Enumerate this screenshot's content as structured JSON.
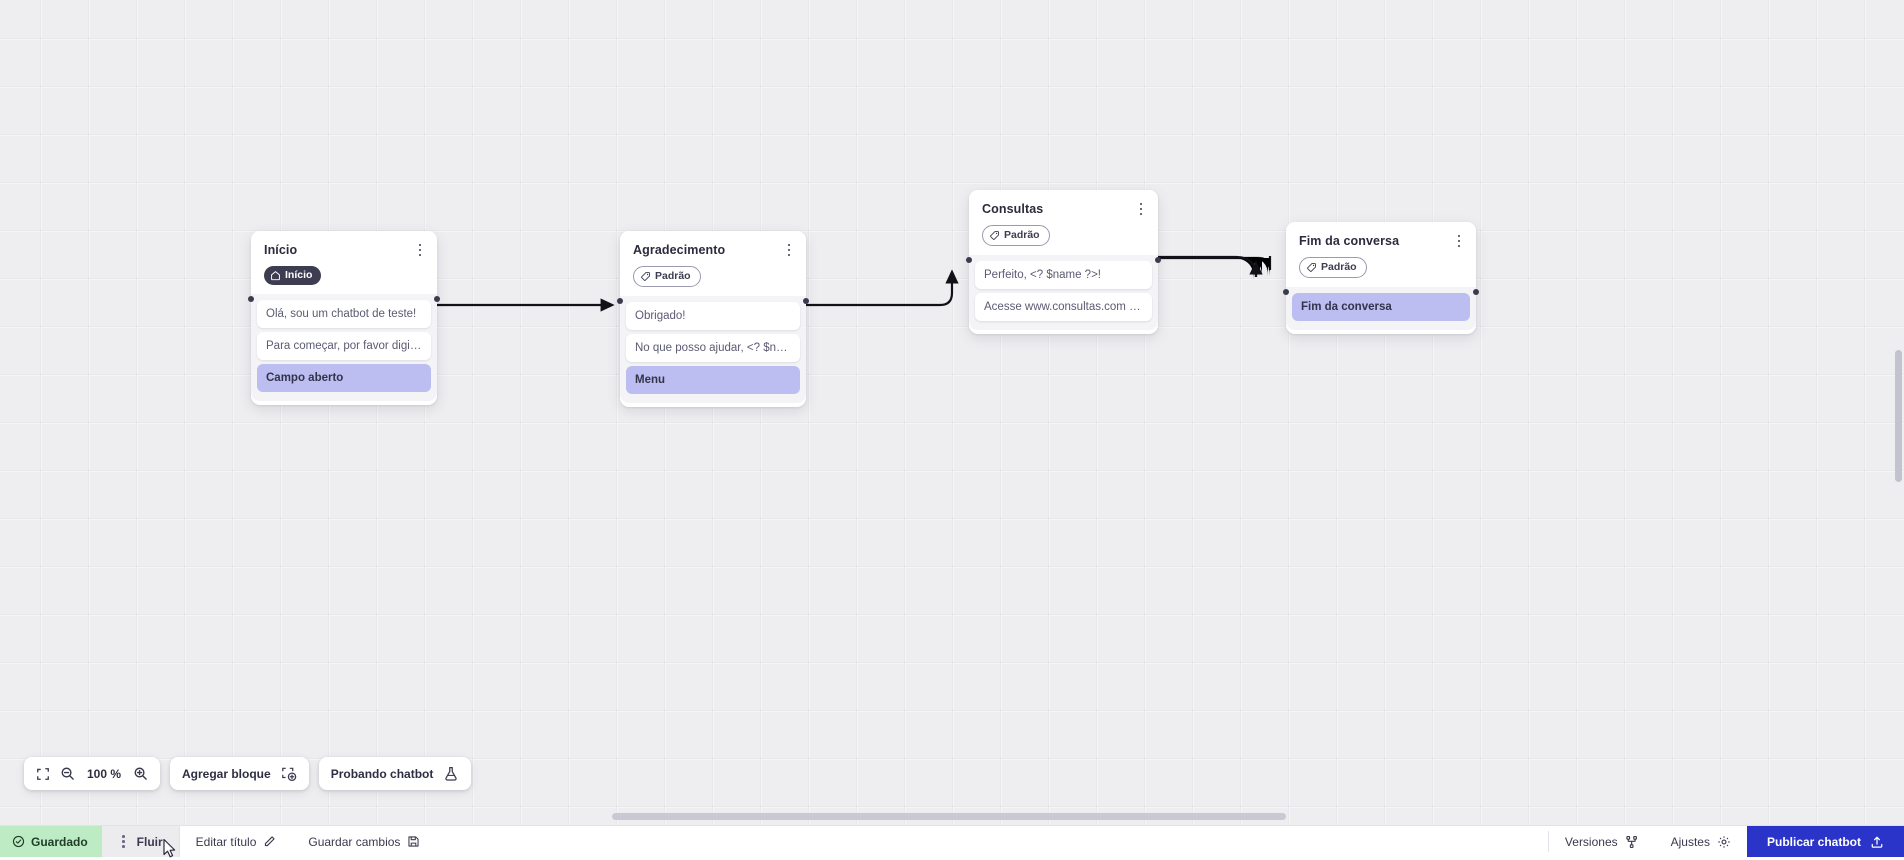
{
  "canvas": {
    "zoom_level": "100 %",
    "nodes": [
      {
        "id": "inicio",
        "title": "Início",
        "badge": {
          "label": "Início",
          "icon": "home-icon",
          "style": "dark"
        },
        "rows": [
          {
            "text": "Olá, sou um chatbot de teste!",
            "accent": false
          },
          {
            "text": "Para começar, por favor digite o ...",
            "accent": false
          },
          {
            "text": "Campo aberto",
            "accent": true
          }
        ]
      },
      {
        "id": "agradecimento",
        "title": "Agradecimento",
        "badge": {
          "label": "Padrão",
          "icon": "tag-icon",
          "style": "outline"
        },
        "rows": [
          {
            "text": "Obrigado!",
            "accent": false
          },
          {
            "text": "No que posso ajudar, <? $name ...",
            "accent": false
          },
          {
            "text": "Menu",
            "accent": true
          }
        ]
      },
      {
        "id": "consultas",
        "title": "Consultas",
        "badge": {
          "label": "Padrão",
          "icon": "tag-icon",
          "style": "outline"
        },
        "rows": [
          {
            "text": "Perfeito, <? $name ?>!",
            "accent": false
          },
          {
            "text": "Acesse www.consultas.com par...",
            "accent": false
          }
        ]
      },
      {
        "id": "fim-da-conversa",
        "title": "Fim da conversa",
        "badge": {
          "label": "Padrão",
          "icon": "tag-icon",
          "style": "outline"
        },
        "rows": [
          {
            "text": "Fim da conversa",
            "accent": true
          }
        ]
      }
    ]
  },
  "toolbar": {
    "fit_icon": "fit-screen-icon",
    "zoom_out_icon": "zoom-out-icon",
    "zoom_in_icon": "zoom-in-icon",
    "zoom_value": "100 %",
    "add_block_label": "Agregar bloque",
    "add_block_icon": "add-block-icon",
    "test_chatbot_label": "Probando chatbot",
    "test_chatbot_icon": "flask-icon"
  },
  "bottom_bar": {
    "saved_label": "Guardado",
    "saved_icon": "check-circle-icon",
    "saved_color": "#bdecc4",
    "menu_icon": "vertical-dots-icon",
    "flow_tab_label": "Fluir",
    "edit_title_label": "Editar título",
    "edit_title_icon": "pencil-icon",
    "save_changes_label": "Guardar cambios",
    "save_changes_icon": "floppy-disk-icon",
    "versions_label": "Versiones",
    "versions_icon": "branch-icon",
    "settings_label": "Ajustes",
    "settings_icon": "gear-icon",
    "publish_label": "Publicar chatbot",
    "publish_icon": "upload-icon",
    "publish_color": "#2b34c9"
  }
}
